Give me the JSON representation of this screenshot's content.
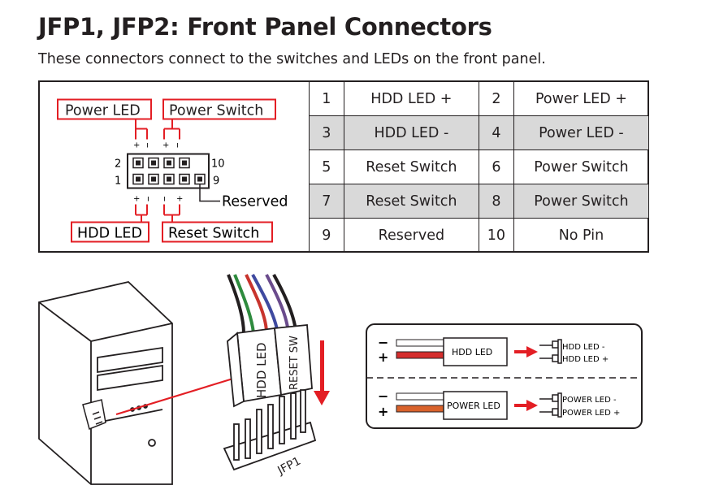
{
  "title": "JFP1, JFP2: Front Panel Connectors",
  "subtitle": "These connectors connect to the switches and LEDs on the front panel.",
  "header_diagram": {
    "power_led": "Power LED",
    "power_switch": "Power Switch",
    "hdd_led": "HDD LED",
    "reset_switch": "Reset Switch",
    "reserved": "Reserved",
    "pin_2": "2",
    "pin_1": "1",
    "pin_10": "10",
    "pin_9": "9",
    "plus": "+",
    "minus": "-"
  },
  "pin_table": [
    {
      "a_num": "1",
      "a_label": "HDD LED +",
      "b_num": "2",
      "b_label": "Power LED +"
    },
    {
      "a_num": "3",
      "a_label": "HDD LED -",
      "b_num": "4",
      "b_label": "Power LED -"
    },
    {
      "a_num": "5",
      "a_label": "Reset Switch",
      "b_num": "6",
      "b_label": "Power Switch"
    },
    {
      "a_num": "7",
      "a_label": "Reset Switch",
      "b_num": "8",
      "b_label": "Power Switch"
    },
    {
      "a_num": "9",
      "a_label": "Reserved",
      "b_num": "10",
      "b_label": "No Pin"
    }
  ],
  "illustration": {
    "plug_hdd": "HDD LED",
    "plug_reset": "RESET SW",
    "header_label": "JFP1"
  },
  "led_diagram": {
    "minus": "−",
    "plus": "+",
    "hdd_box": "HDD LED",
    "hdd_minus": "HDD LED -",
    "hdd_plus": "HDD LED +",
    "power_box": "POWER LED",
    "power_minus": "POWER LED -",
    "power_plus": "POWER LED +"
  },
  "colors": {
    "red": "#e31e24",
    "shade": "#d9d9d9",
    "wire_red": "#d42d2d",
    "wire_orange": "#d9622b"
  }
}
